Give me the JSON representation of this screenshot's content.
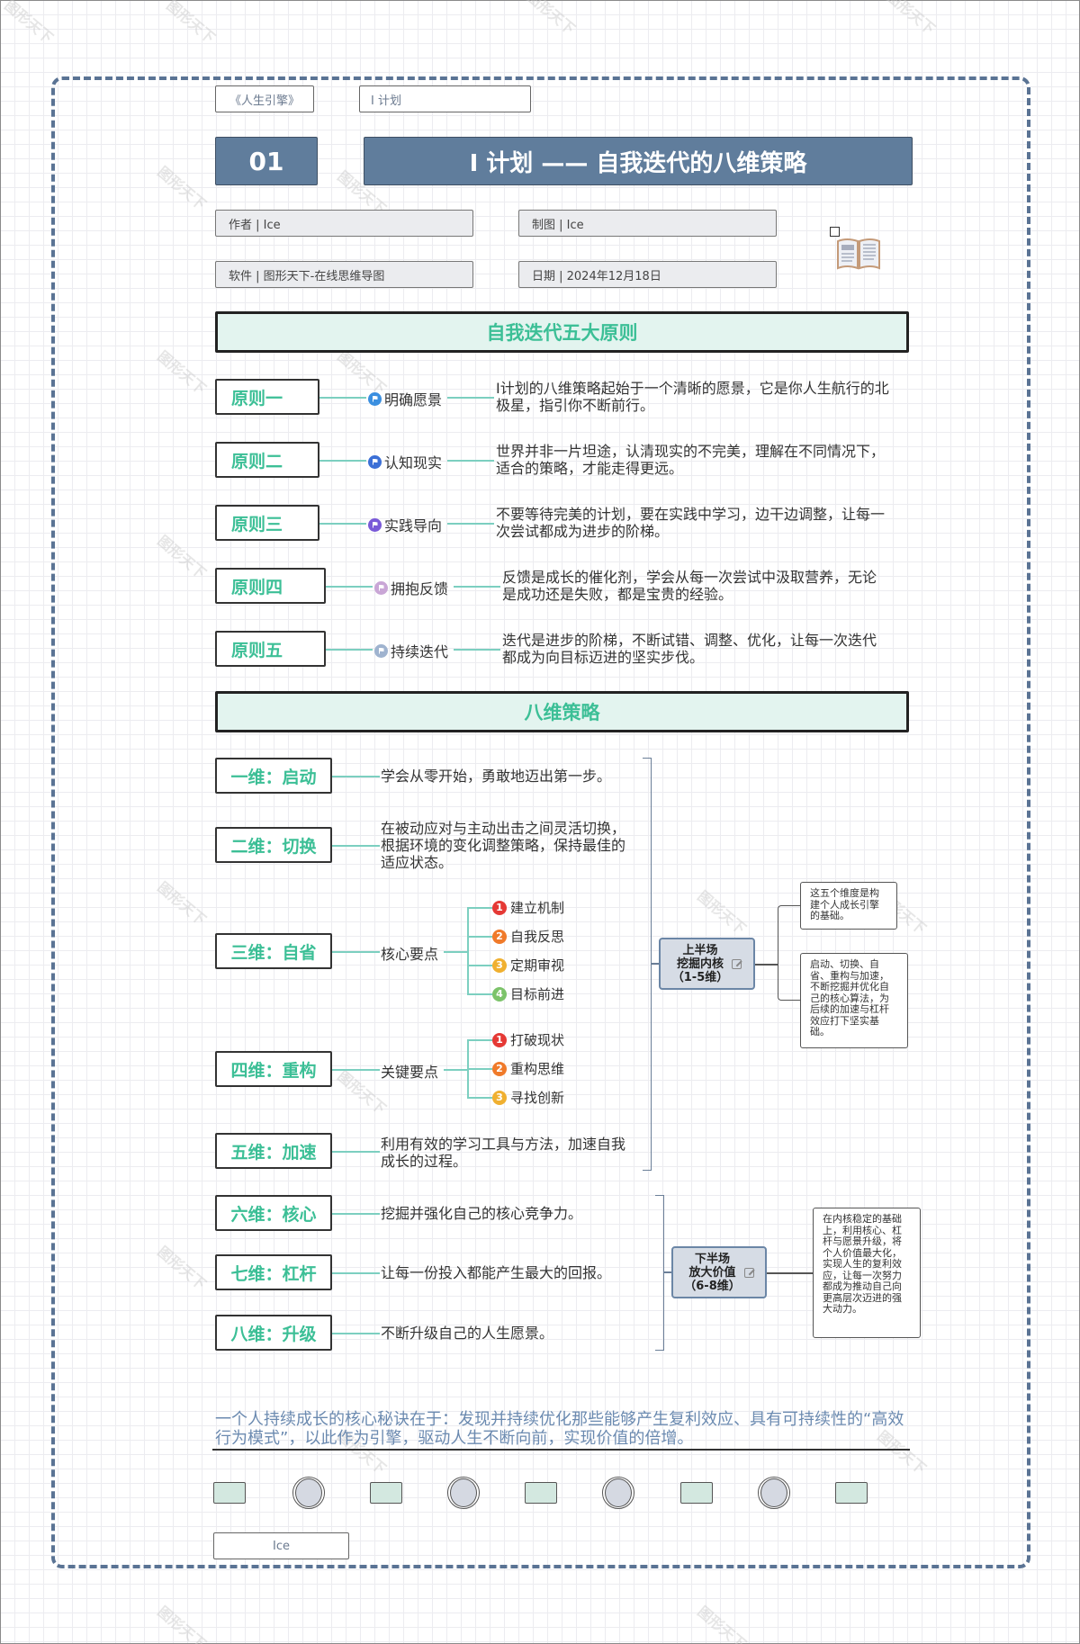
{
  "header": {
    "book_tag": "《人生引擎》",
    "chapter_tag": "I 计划",
    "number": "01",
    "title": "I 计划 —— 自我迭代的八维策略"
  },
  "meta": {
    "author": "作者 | Ice",
    "drawer": "制图 | Ice",
    "software": "软件 | 图形天下-在线思维导图",
    "date": "日期 | 2024年12月18日"
  },
  "icons": {
    "book": "open-book-icon"
  },
  "colors": {
    "header_bg": "#607d9c",
    "accent_green": "#3cbf96",
    "section_bg": "#e3f4ef",
    "frame_dash": "#5a7394",
    "summary_text": "#6b8ab0"
  },
  "principles": {
    "title": "自我迭代五大原则",
    "items": [
      {
        "label": "原则一",
        "keyword": "明确愿景",
        "icon_color": "#3a8fe0",
        "desc": "I计划的八维策略起始于一个清晰的愿景，它是你人生航行的北极星，指引你不断前行。"
      },
      {
        "label": "原则二",
        "keyword": "认知现实",
        "icon_color": "#3b6fd6",
        "desc": "世界并非一片坦途，认清现实的不完美，理解在不同情况下，适合的策略，才能走得更远。"
      },
      {
        "label": "原则三",
        "keyword": "实践导向",
        "icon_color": "#7a5ad8",
        "desc": "不要等待完美的计划，要在实践中学习，边干边调整，让每一次尝试都成为进步的阶梯。"
      },
      {
        "label": "原则四",
        "keyword": "拥抱反馈",
        "icon_color": "#c9a6d6",
        "desc": "反馈是成长的催化剂，学会从每一次尝试中汲取营养，无论是成功还是失败，都是宝贵的经验。"
      },
      {
        "label": "原则五",
        "keyword": "持续迭代",
        "icon_color": "#9fb3cf",
        "desc": "迭代是进步的阶梯，不断试错、调整、优化，让每一次迭代都成为向目标迈进的坚实步伐。"
      }
    ]
  },
  "strategy": {
    "title": "八维策略",
    "dims": [
      {
        "label": "一维：启动",
        "desc": "学会从零开始，勇敢地迈出第一步。"
      },
      {
        "label": "二维：切换",
        "desc": "在被动应对与主动出击之间灵活切换，根据环境的变化调整策略，保持最佳的适应状态。"
      },
      {
        "label": "三维：自省",
        "keyword": "核心要点",
        "subs": [
          "建立机制",
          "自我反思",
          "定期审视",
          "目标前进"
        ]
      },
      {
        "label": "四维：重构",
        "keyword": "关键要点",
        "subs": [
          "打破现状",
          "重构思维",
          "寻找创新"
        ]
      },
      {
        "label": "五维：加速",
        "desc": "利用有效的学习工具与方法，加速自我成长的过程。"
      },
      {
        "label": "六维：核心",
        "desc": "挖掘并强化自己的核心竞争力。"
      },
      {
        "label": "七维：杠杆",
        "desc": "让每一份投入都能产生最大的回报。"
      },
      {
        "label": "八维：升级",
        "desc": "不断升级自己的人生愿景。"
      }
    ],
    "badge_colors": [
      "#e53935",
      "#f07a2a",
      "#f0b030",
      "#7cc36a"
    ],
    "first_half": {
      "line1": "上半场",
      "line2": "挖掘内核",
      "line3": "（1-5维）",
      "notes": [
        "这五个维度是构建个人成长引擎的基础。",
        "启动、切换、自省、重构与加速，不断挖掘并优化自己的核心算法，为后续的加速与杠杆效应打下坚实基础。"
      ]
    },
    "second_half": {
      "line1": "下半场",
      "line2": "放大价值",
      "line3": "（6-8维）",
      "notes": [
        "在内核稳定的基础上，利用核心、杠杆与愿景升级，将个人价值最大化，实现人生的复利效应，让每一次努力都成为推动自己向更高层次迈进的强大动力。"
      ]
    }
  },
  "summary": "一个人持续成长的核心秘诀在于：发现并持续优化那些能够产生复利效应、具有可持续性的“高效行为模式”，以此作为引擎，驱动人生不断向前，实现价值的倍增。",
  "footer": {
    "signature": "Ice"
  },
  "watermark": "图形天下"
}
